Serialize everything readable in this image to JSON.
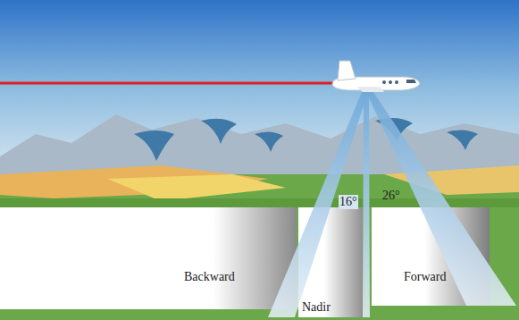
{
  "diagram": {
    "labels": [
      "16°",
      "26°",
      "Backward",
      "Nadir",
      "Forward"
    ]
  }
}
